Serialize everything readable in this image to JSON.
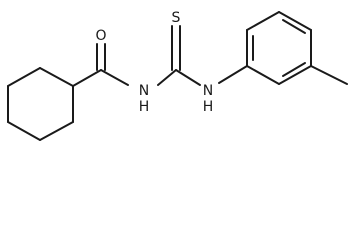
{
  "molecule": {
    "atom_labels": {
      "carbonyl_oxygen": "O",
      "amide_nitrogen": "H\nN",
      "amide_n_letter": "N",
      "amide_h_letter": "H",
      "thio_sulfur": "S",
      "amine_nitrogen": "N",
      "amine_h_letter": "H"
    },
    "colors": {
      "bond": "#1a1a1a",
      "label": "#1a1a1a",
      "background": "#ffffff"
    }
  }
}
